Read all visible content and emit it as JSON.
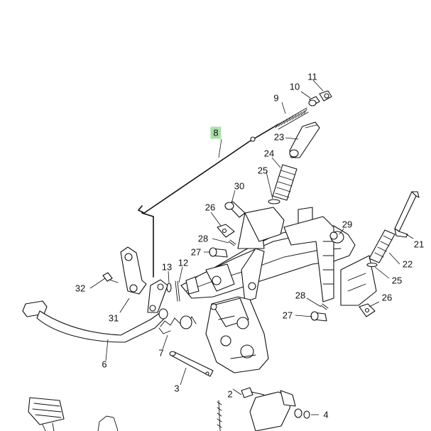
{
  "diagram": {
    "highlight_color": "#a8e0a8",
    "line_color": "#111111",
    "callouts": {
      "c1": "2",
      "c2": "3",
      "c3": "4",
      "c4": "6",
      "c5": "7",
      "c6": "8",
      "c7": "9",
      "c8": "10",
      "c9": "11",
      "c10": "12",
      "c11": "13",
      "c12": "21",
      "c13": "22",
      "c14": "23",
      "c15": "24",
      "c16": "25",
      "c17": "25",
      "c18": "26",
      "c19": "26",
      "c20": "27",
      "c21": "27",
      "c22": "28",
      "c23": "28",
      "c24": "29",
      "c25": "30",
      "c26": "31",
      "c27": "32"
    }
  }
}
